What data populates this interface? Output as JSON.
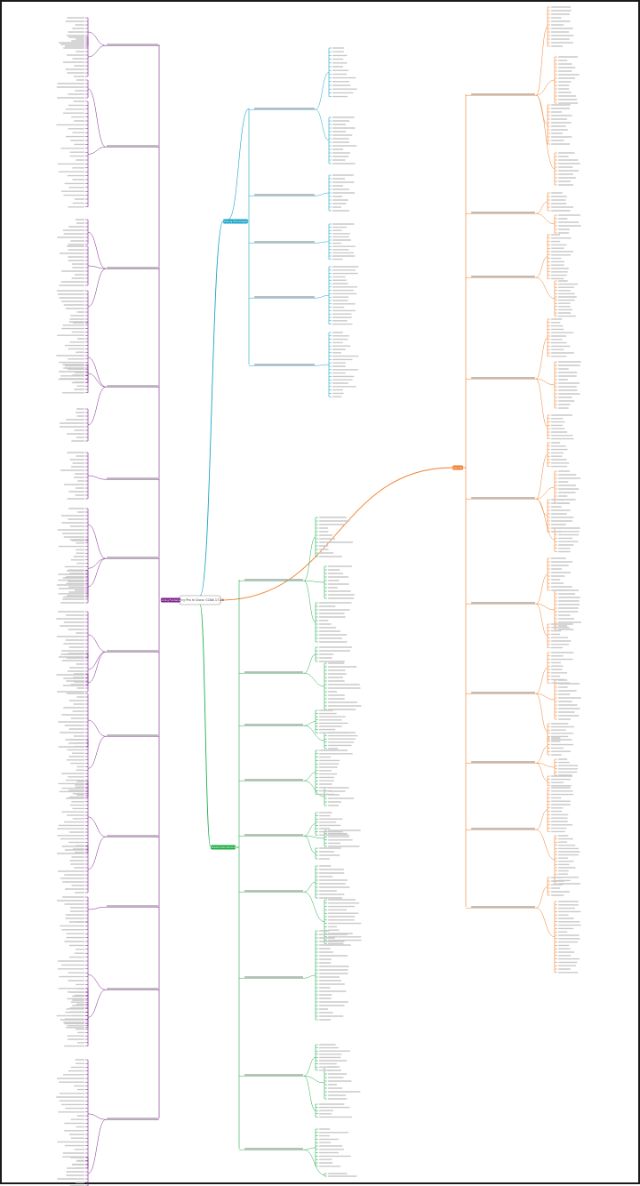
{
  "root": {
    "label": "Going Pro In Cisco: CCNA 17-18"
  },
  "colors": {
    "root_border": "#888888",
    "purple": "#7b1f8a",
    "teal": "#1aa3c7",
    "green": "#1fae4a",
    "orange": "#f07d2a"
  },
  "branches": [
    {
      "id": "purple",
      "label": "Networking Fundamentals"
    },
    {
      "id": "teal",
      "label": "Routing Technologies"
    },
    {
      "id": "green",
      "label": "Infrastructure Services"
    },
    {
      "id": "orange",
      "label": "Security"
    }
  ]
}
